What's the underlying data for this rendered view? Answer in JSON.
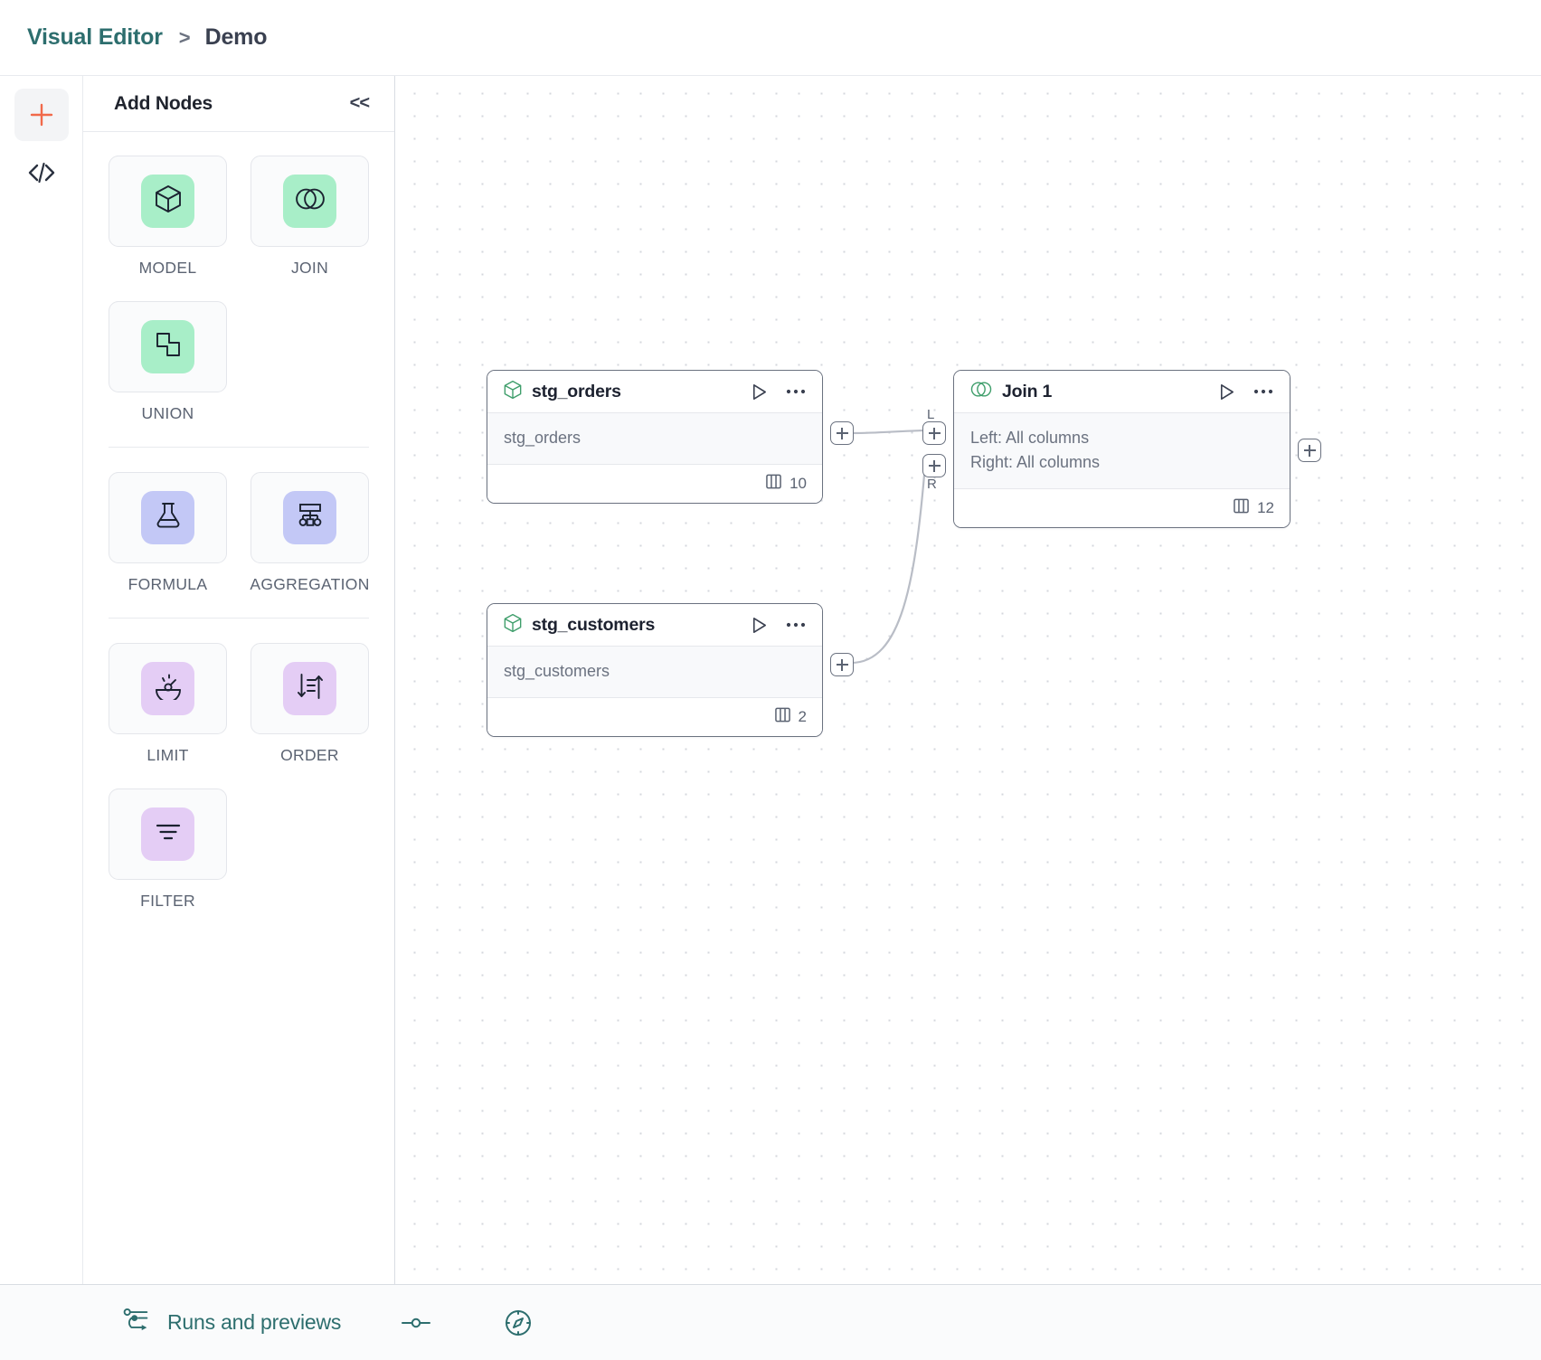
{
  "header": {
    "breadcrumb_root": "Visual Editor",
    "breadcrumb_separator": ">",
    "breadcrumb_current": "Demo"
  },
  "rail": {
    "items": [
      {
        "icon": "plus-icon",
        "name": "add-node-rail-button"
      },
      {
        "icon": "code-icon",
        "name": "code-view-rail-button"
      }
    ]
  },
  "panel": {
    "title": "Add Nodes",
    "collapse_label": "<<",
    "groups": [
      {
        "items": [
          {
            "label": "MODEL",
            "icon": "cube-icon",
            "chip": "chip-green"
          },
          {
            "label": "JOIN",
            "icon": "venn-icon",
            "chip": "chip-green"
          },
          {
            "label": "UNION",
            "icon": "union-icon",
            "chip": "chip-green"
          }
        ]
      },
      {
        "items": [
          {
            "label": "FORMULA",
            "icon": "flask-icon",
            "chip": "chip-blue"
          },
          {
            "label": "AGGREGATION",
            "icon": "hierarchy-icon",
            "chip": "chip-blue"
          }
        ]
      },
      {
        "items": [
          {
            "label": "LIMIT",
            "icon": "gauge-icon",
            "chip": "chip-purple"
          },
          {
            "label": "ORDER",
            "icon": "sort-icon",
            "chip": "chip-purple"
          },
          {
            "label": "FILTER",
            "icon": "filter-icon",
            "chip": "chip-purple"
          }
        ]
      }
    ]
  },
  "canvas": {
    "nodes": [
      {
        "id": "stg_orders",
        "title": "stg_orders",
        "type_icon": "cube-icon",
        "body_lines": [
          "stg_orders"
        ],
        "column_count": "10",
        "play_label": "run",
        "menu_label": "..."
      },
      {
        "id": "stg_customers",
        "title": "stg_customers",
        "type_icon": "cube-icon",
        "body_lines": [
          "stg_customers"
        ],
        "column_count": "2",
        "play_label": "run",
        "menu_label": "..."
      },
      {
        "id": "join_1",
        "title": "Join 1",
        "type_icon": "venn-icon",
        "body_lines": [
          "Left: All columns",
          "Right: All columns"
        ],
        "column_count": "12",
        "play_label": "run",
        "menu_label": "..."
      }
    ],
    "port_labels": {
      "left": "L",
      "right": "R"
    }
  },
  "footer": {
    "runs_label": "Runs and previews",
    "icons": [
      "pipeline-icon",
      "slider-icon",
      "compass-icon"
    ]
  },
  "colors": {
    "brand_teal": "#2d6e6e",
    "accent_orange": "#f1694a",
    "chip_green": "#a8eec8",
    "chip_blue": "#c3c8f6",
    "chip_purple": "#e4cdf5",
    "node_icon_green": "#3f9e6b",
    "border": "#e8eaee"
  }
}
